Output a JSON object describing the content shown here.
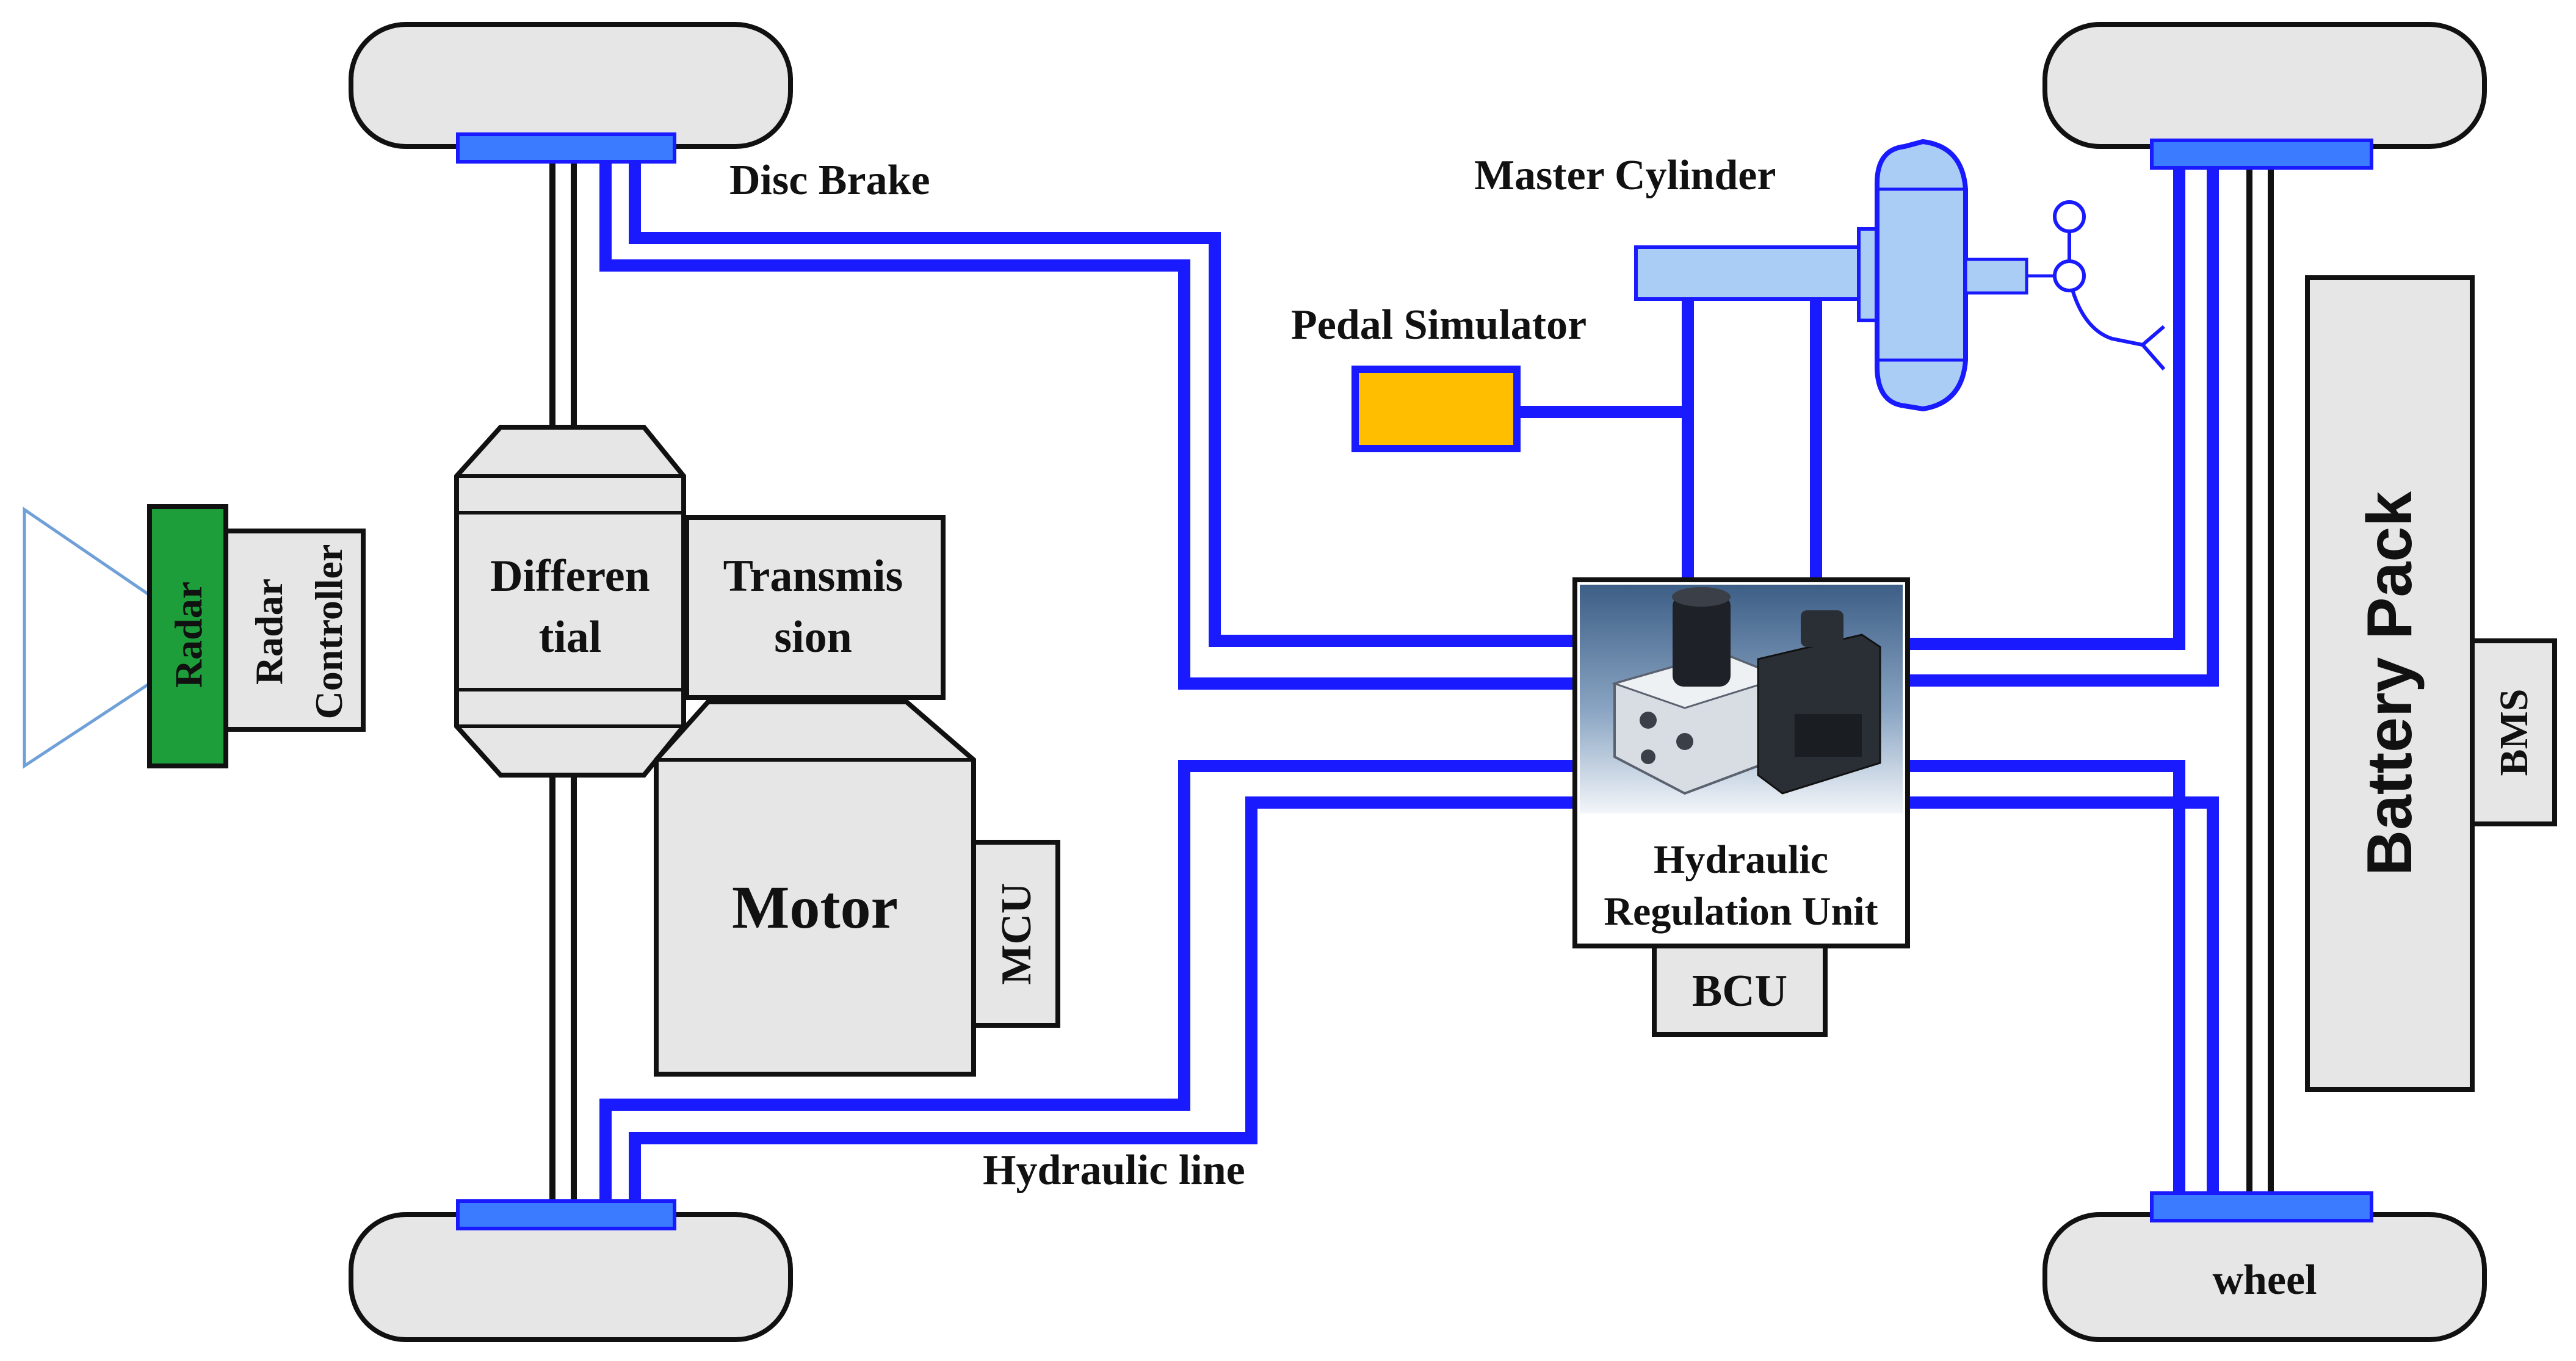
{
  "labels": {
    "disc_brake": "Disc Brake",
    "master_cylinder": "Master Cylinder",
    "pedal_simulator": "Pedal Simulator",
    "radar": "Radar",
    "radar_controller_line1": "Radar",
    "radar_controller_line2": "Controller",
    "differential_line1": "Differen",
    "differential_line2": "tial",
    "transmission_line1": "Transmis",
    "transmission_line2": "sion",
    "motor": "Motor",
    "mcu": "MCU",
    "hru_line1": "Hydraulic",
    "hru_line2": "Regulation Unit",
    "bcu": "BCU",
    "battery_pack": "Battery Pack",
    "bms": "BMS",
    "hydraulic_line": "Hydraulic line",
    "wheel": "wheel"
  },
  "colors": {
    "hydraulic_line": "#1a1aff",
    "component_fill": "#e6e6e6",
    "radar_fill": "#1e9e3a",
    "pedal_simulator_fill": "#ffbf00",
    "master_cylinder_fill": "#a9cdf5",
    "disc_brake_fill": "#3a7bff",
    "radar_cone": "#6fa0d8"
  }
}
